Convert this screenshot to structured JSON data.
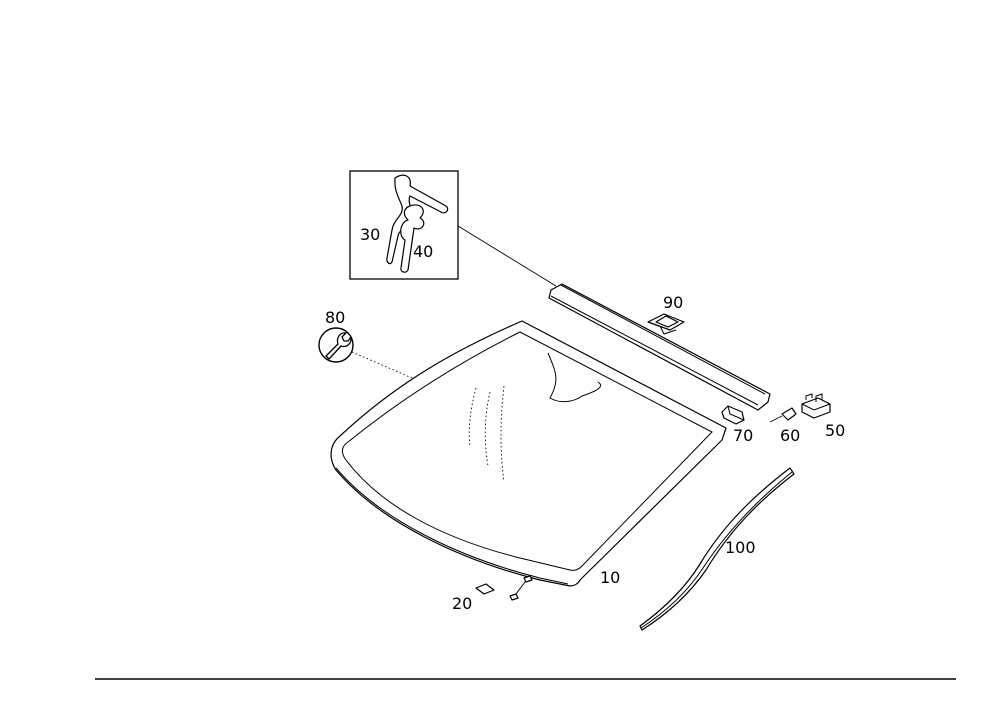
{
  "callouts": {
    "windshield": "10",
    "sensor_pad": "20",
    "seal_profile_a": "30",
    "seal_profile_b": "40",
    "clip_50": "50",
    "clip_60": "60",
    "clip_70": "70",
    "tool": "80",
    "clip_90": "90",
    "side_strip": "100"
  },
  "icon_names": [
    "wrench-icon"
  ],
  "colors": {
    "line": "#000000",
    "background": "#ffffff"
  }
}
